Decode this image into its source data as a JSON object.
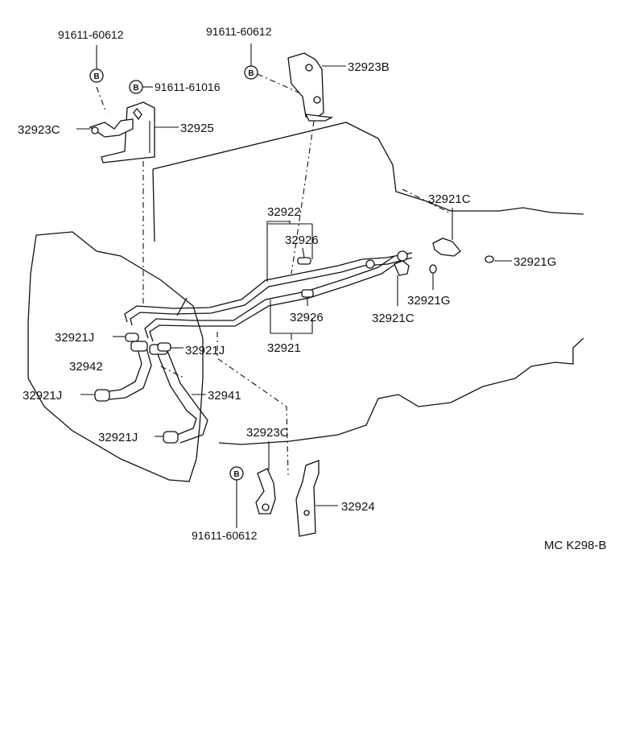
{
  "diagram": {
    "reference_code": "MC K298-B",
    "bolt_symbol_letter": "B",
    "labels": {
      "bolt_top_left": "91611-60612",
      "bolt_top_mid": "91611-60612",
      "bolt_inline": "91611-61016",
      "bolt_bottom": "91611-60612",
      "bracket_32923B": "32923B",
      "bracket_32923C_top": "32923C",
      "bracket_32923C_bottom": "32923C",
      "bracket_32925": "32925",
      "bracket_32924": "32924",
      "pipe_32922": "32922",
      "pipe_32921": "32921",
      "clamp_32926_upper": "32926",
      "clamp_32926_lower": "32926",
      "union_32921C_upper": "32921C",
      "union_32921C_lower": "32921C",
      "gasket_32921G_right": "32921G",
      "gasket_32921G_mid": "32921G",
      "clip_32921J_a": "32921J",
      "clip_32921J_b": "32921J",
      "clip_32921J_c": "32921J",
      "clip_32921J_d": "32921J",
      "hose_32942": "32942",
      "hose_32941": "32941"
    }
  }
}
